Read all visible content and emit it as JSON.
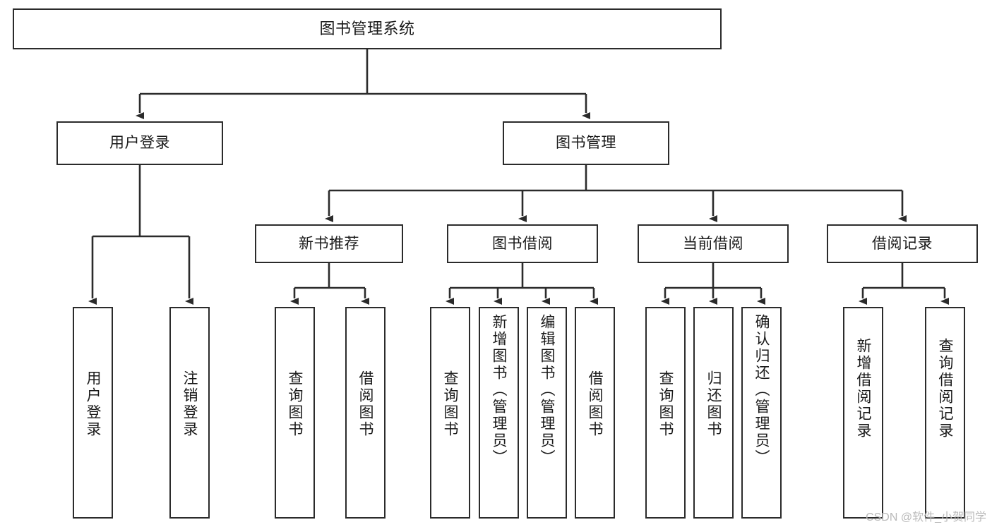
{
  "diagram": {
    "title": "图书管理系统",
    "type": "tree",
    "orientation": "top-down",
    "colors": {
      "background": "#ffffff",
      "node_border": "#2b2b2b",
      "node_fill": "#ffffff",
      "text": "#1a1a1a",
      "connector": "#2b2b2b",
      "watermark": "#b9b9b9"
    }
  },
  "watermark": {
    "text": "CSDN @软件_小贺同学"
  },
  "nodes": {
    "root": {
      "label": "图书管理系统"
    },
    "level2": [
      {
        "id": "user-login",
        "label": "用户登录"
      },
      {
        "id": "book-management",
        "label": "图书管理"
      }
    ],
    "level3": [
      {
        "id": "new-book-recommend",
        "label": "新书推荐"
      },
      {
        "id": "book-borrow",
        "label": "图书借阅"
      },
      {
        "id": "current-borrow",
        "label": "当前借阅"
      },
      {
        "id": "borrow-record",
        "label": "借阅记录"
      }
    ],
    "leaves": {
      "user_login": [
        {
          "id": "leaf-user-login",
          "label": "用户登录"
        },
        {
          "id": "leaf-logout-login",
          "label": "注销登录"
        }
      ],
      "new_book_recommend": [
        {
          "id": "leaf-query-book-1",
          "label": "查询图书"
        },
        {
          "id": "leaf-borrow-book-1",
          "label": "借阅图书"
        }
      ],
      "book_borrow": [
        {
          "id": "leaf-query-book-2",
          "label": "查询图书"
        },
        {
          "id": "leaf-add-book",
          "label": "新增图书（管理员）"
        },
        {
          "id": "leaf-edit-book",
          "label": "编辑图书（管理员）"
        },
        {
          "id": "leaf-borrow-book-2",
          "label": "借阅图书"
        }
      ],
      "current_borrow": [
        {
          "id": "leaf-query-book-3",
          "label": "查询图书"
        },
        {
          "id": "leaf-return-book",
          "label": "归还图书"
        },
        {
          "id": "leaf-confirm-return",
          "label": "确认归还（管理员）"
        }
      ],
      "borrow_record": [
        {
          "id": "leaf-add-record",
          "label": "新增借阅记录"
        },
        {
          "id": "leaf-query-record",
          "label": "查询借阅记录"
        }
      ]
    }
  }
}
